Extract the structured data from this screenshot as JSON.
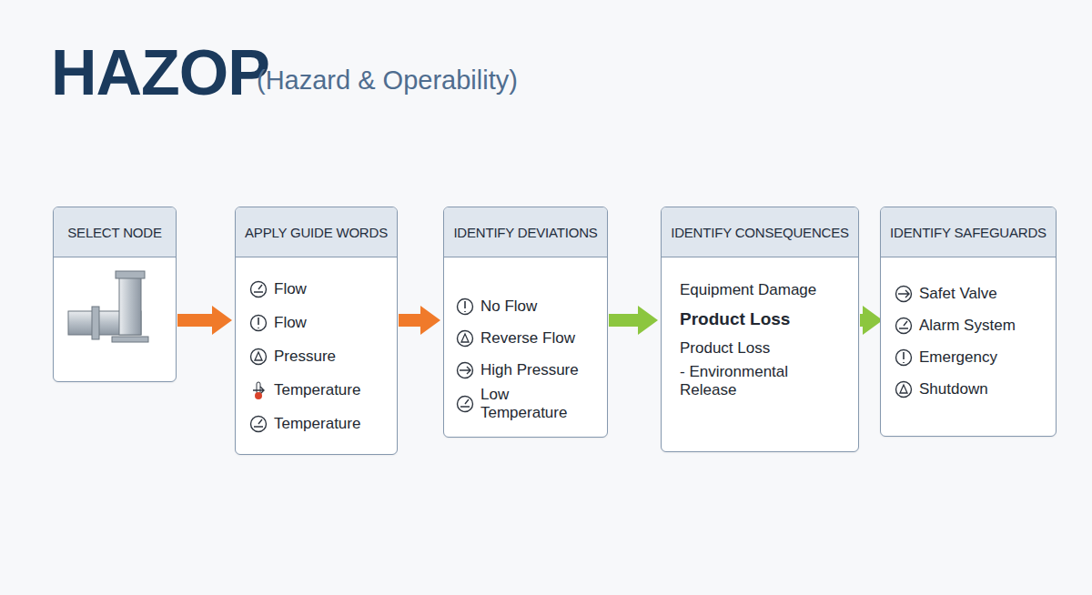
{
  "diagram": {
    "title": "HAZOP",
    "nodes": [
      {
        "text": [
          "SELECT NODE"
        ]
      },
      {
        "text": [
          "APPLY GUIDE WORDS",
          "Flow",
          "Flow",
          "Pressure",
          "Temperature",
          "Temperature"
        ]
      },
      {
        "text": [
          "IDENTIFY DEVIATIONS",
          "No Flow",
          "Reverse Flow",
          "High Pressure",
          "Low Temperature"
        ]
      },
      {
        "text": [
          "IDENTIFY CONSEQUENCES",
          "Equipment Damage",
          "Product Loss",
          "Product Loss",
          "- Environmental Release"
        ]
      },
      {
        "text": [
          "IDENTIFY SAFEGUARDS",
          "Safet Valve",
          "Alarm System",
          "Emergency",
          "Shutdown"
        ]
      }
    ],
    "edges": [
      {
        "from": 0,
        "to": 1,
        "arrow": "to"
      },
      {
        "from": 1,
        "to": 2,
        "arrow": "to"
      },
      {
        "from": 2,
        "to": 3,
        "arrow": "to"
      },
      {
        "from": 3,
        "to": 4,
        "arrow": "to"
      }
    ],
    "labels": [
      "(Hazard & Operability)"
    ]
  }
}
